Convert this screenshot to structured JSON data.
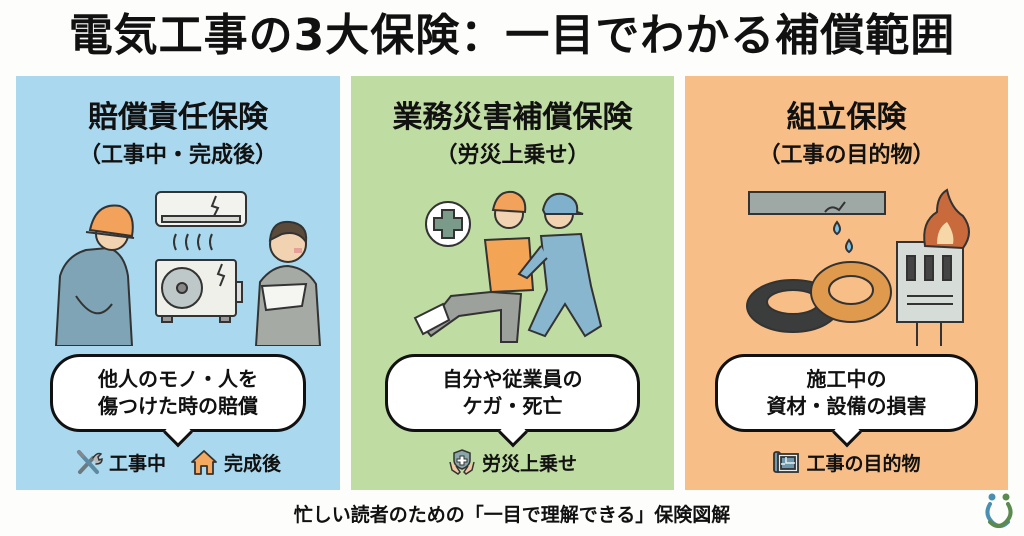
{
  "title": "電気工事の3大保険：一目でわかる補償範囲",
  "panels": [
    {
      "title": "賠償責任保険",
      "subtitle": "（工事中・完成後）",
      "color": "#a9d8ef",
      "illustration": "worker-bowing-broken-aircon-injured-person",
      "bubble_lines": [
        "他人のモノ・人を",
        "傷つけた時の賠償"
      ],
      "tags": [
        {
          "icon": "wrench-screwdriver-icon",
          "label": "工事中"
        },
        {
          "icon": "house-icon",
          "label": "完成後"
        }
      ]
    },
    {
      "title": "業務災害補償保険",
      "subtitle": "（労災上乗せ）",
      "color": "#bfdca3",
      "illustration": "injured-worker-helped-by-colleague",
      "bubble_lines": [
        "自分や従業員の",
        "ケガ・死亡"
      ],
      "tags": [
        {
          "icon": "shield-hands-icon",
          "label": "労災上乗せ"
        }
      ]
    },
    {
      "title": "組立保険",
      "subtitle": "（工事の目的物）",
      "color": "#f8be87",
      "illustration": "cables-leak-burning-panel",
      "bubble_lines": [
        "施工中の",
        "資材・設備の損害"
      ],
      "tags": [
        {
          "icon": "blueprint-icon",
          "label": "工事の目的物"
        }
      ]
    }
  ],
  "footer": "忙しい読者のための「一目で理解できる」保険図解",
  "logo": "brand-logo-icon"
}
